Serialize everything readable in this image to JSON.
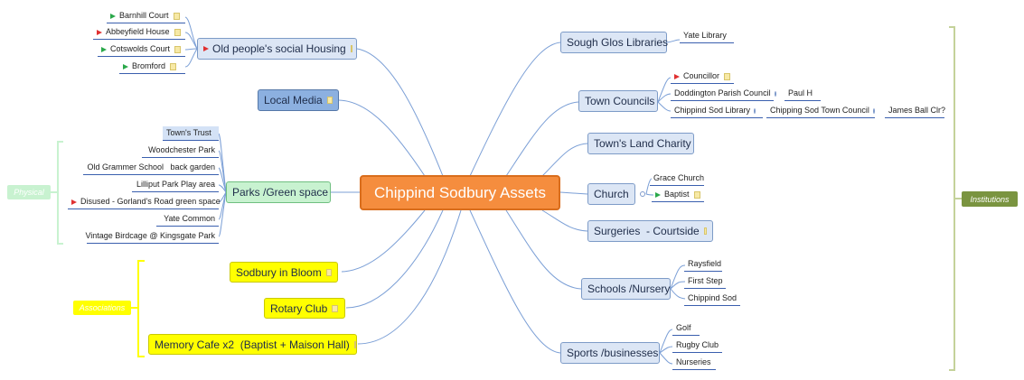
{
  "central": "Chippind Sodbury Assets",
  "left": {
    "housing": {
      "label": "Old people's social Housing",
      "items": [
        "Barnhill Court",
        "Abbeyfield House",
        "Cotswolds Court",
        "Bromford"
      ]
    },
    "local_media": "Local Media",
    "parks": {
      "label": "Parks /Green space",
      "items": [
        "Town's Trust",
        "Woodchester Park",
        "Old Grammer School   back garden",
        "Lilliput Park Play area",
        "Disused - Gorland's Road green space",
        "Yate Common",
        "Vintage Birdcage @ Kingsgate Park"
      ]
    },
    "bloom": "Sodbury in Bloom",
    "rotary": "Rotary Club",
    "memory": "Memory Cafe x2  (Baptist + Maison Hall)"
  },
  "right": {
    "libraries": {
      "label": "Sough Glos Libraries",
      "items": [
        "Yate Library"
      ]
    },
    "councils": {
      "label": "Town Councils",
      "items": [
        "Councillor",
        "Doddington Parish Council",
        "Paul H",
        "Chippind Sod Library",
        "Chipping Sod Town Council",
        "James Ball Clr?"
      ]
    },
    "charity": "Town's Land Charity",
    "church": {
      "label": "Church",
      "items": [
        "Grace Church",
        "Baptist"
      ]
    },
    "surgeries": "Surgeries  - Courtside",
    "schools": {
      "label": "Schools /Nursery",
      "items": [
        "Raysfield",
        "First Step",
        "Chippind Sod"
      ]
    },
    "sports": {
      "label": "Sports /businesses",
      "items": [
        "Golf",
        "Rugby Club",
        "Nurseries"
      ]
    }
  },
  "boundaries": {
    "physical": "Physical",
    "associations": "Associations",
    "institutions": "Institutions"
  },
  "colors": {
    "central": "#f58d3e",
    "line": "#7b9fd6",
    "yellow": "#ffff00",
    "green_boundary": "#c8f2d0",
    "institutions": "#7a9440"
  }
}
